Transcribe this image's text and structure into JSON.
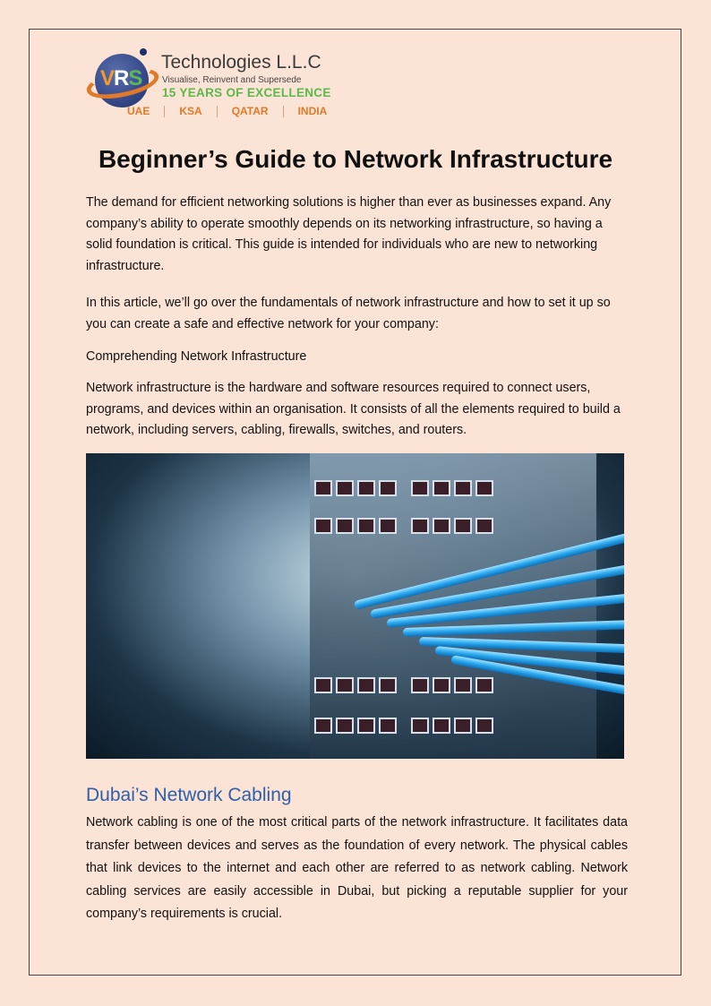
{
  "logo": {
    "mark": "VRS",
    "brand": "Technologies L.L.C",
    "tagline": "Visualise, Reinvent and Supersede",
    "excellence": "15 YEARS OF EXCELLENCE",
    "regions": [
      "UAE",
      "KSA",
      "QATAR",
      "INDIA"
    ]
  },
  "title": "Beginner’s Guide to Network Infrastructure",
  "paragraphs": [
    "The demand for efficient networking solutions is higher than ever as businesses expand. Any company’s ability to operate smoothly depends on its networking infrastructure, so having a solid foundation is critical. This guide is intended for individuals who are new to networking infrastructure.",
    "In this article, we’ll go over the fundamentals of network infrastructure and how to set it up so you can create a safe and effective network for your company:",
    "Comprehending Network Infrastructure",
    "Network infrastructure is the hardware and software resources required to connect users, programs, and devices within an organisation. It consists of all the elements required to build a network, including servers, cabling, firewalls, switches, and routers."
  ],
  "section": {
    "heading": "Dubai’s Network Cabling",
    "body": "Network cabling is one of the most critical parts of the network infrastructure. It facilitates data transfer between devices and serves as the foundation of every network. The physical cables that link devices to the internet and each other are referred to as network cabling. Network cabling services are easily accessible in Dubai, but picking a reputable supplier for your company’s requirements is crucial."
  }
}
